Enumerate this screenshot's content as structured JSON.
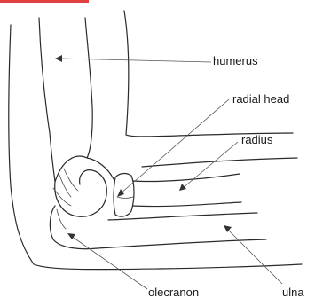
{
  "labels": {
    "humerus": "humerus",
    "radial_head": "radial head",
    "radius": "radius",
    "olecranon": "olecranon",
    "ulna": "ulna"
  },
  "colors": {
    "line": "#2a2a2a",
    "accent_mark": "#e04040"
  }
}
